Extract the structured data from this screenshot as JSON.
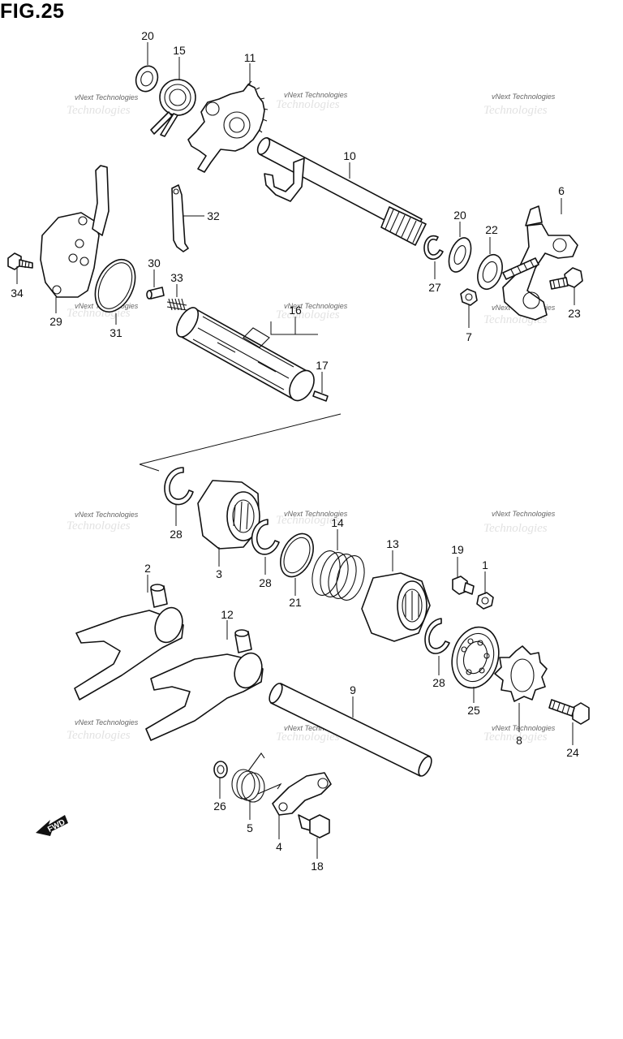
{
  "figure": {
    "title": "FIG.25"
  },
  "watermark": {
    "text": "vNext Technologies"
  },
  "direction_marker": {
    "text": "FWD"
  },
  "callouts": [
    "20",
    "15",
    "11",
    "10",
    "32",
    "6",
    "20",
    "22",
    "34",
    "29",
    "31",
    "30",
    "33",
    "16",
    "17",
    "27",
    "7",
    "23",
    "28",
    "3",
    "28",
    "14",
    "21",
    "13",
    "19",
    "1",
    "2",
    "12",
    "28",
    "25",
    "9",
    "8",
    "24",
    "26",
    "5",
    "4",
    "18"
  ]
}
